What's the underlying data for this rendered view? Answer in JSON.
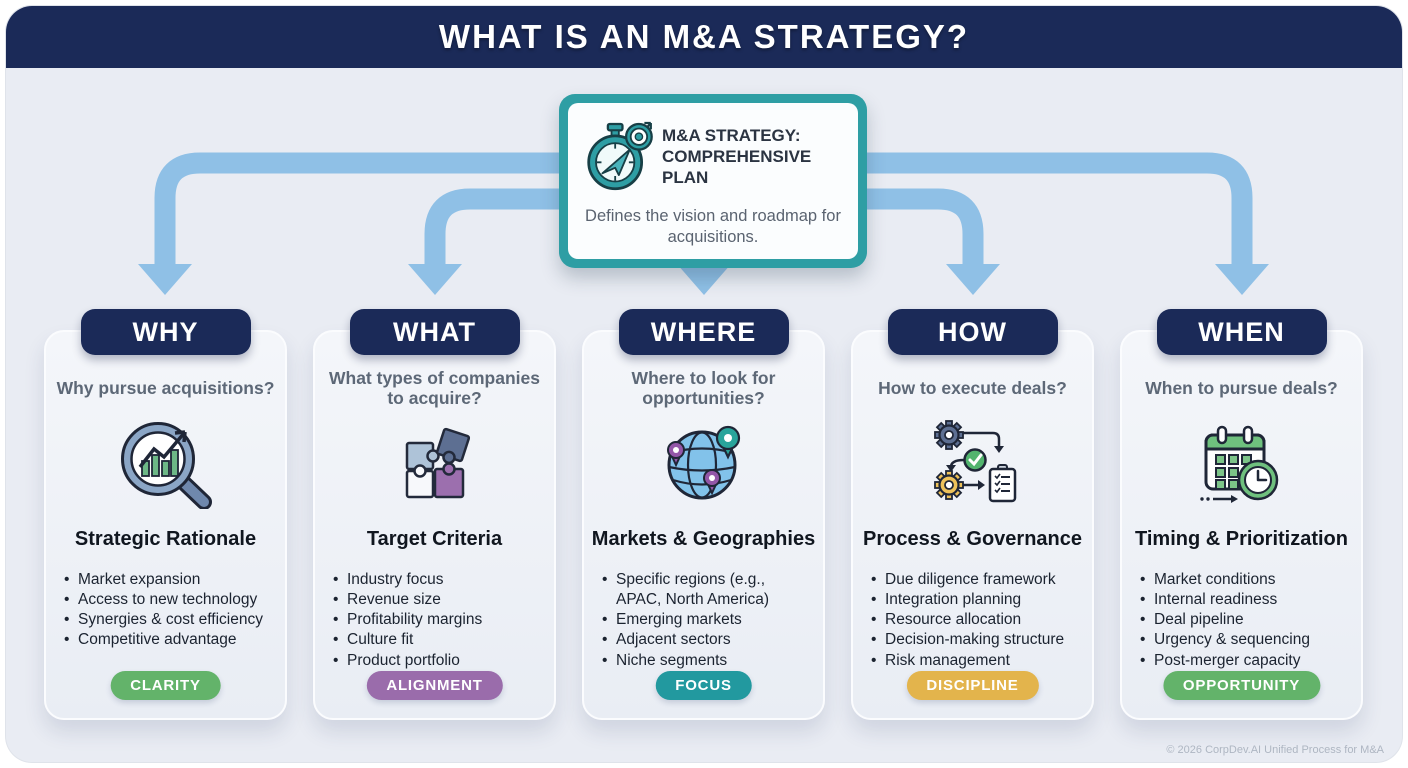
{
  "header": {
    "title": "WHAT IS AN M&A STRATEGY?"
  },
  "central": {
    "icon": "compass-stopwatch-icon",
    "title": "M&A STRATEGY: COMPREHENSIVE PLAN",
    "description": "Defines the vision and roadmap for acquisitions."
  },
  "columns": [
    {
      "header": "WHY",
      "question": "Why pursue acquisitions?",
      "icon": "magnifier-chart-icon",
      "subtitle": "Strategic Rationale",
      "bullets": [
        "Market expansion",
        "Access to new technology",
        "Synergies & cost efficiency",
        "Competitive advantage"
      ],
      "badge": "CLARITY",
      "badge_color": "#63b36a"
    },
    {
      "header": "WHAT",
      "question": "What types of companies to acquire?",
      "icon": "puzzle-pieces-icon",
      "subtitle": "Target Criteria",
      "bullets": [
        "Industry focus",
        "Revenue size",
        "Profitability margins",
        "Culture fit",
        "Product portfolio"
      ],
      "badge": "ALIGNMENT",
      "badge_color": "#9a6cab"
    },
    {
      "header": "WHERE",
      "question": "Where to look for opportunities?",
      "icon": "globe-pins-icon",
      "subtitle": "Markets & Geographies",
      "bullets": [
        "Specific regions (e.g., APAC, North America)",
        "Emerging markets",
        "Adjacent sectors",
        "Niche segments"
      ],
      "badge": "FOCUS",
      "badge_color": "#22999f"
    },
    {
      "header": "HOW",
      "question": "How to execute deals?",
      "icon": "process-flow-icon",
      "subtitle": "Process & Governance",
      "bullets": [
        "Due diligence framework",
        "Integration planning",
        "Resource allocation",
        "Decision-making structure",
        "Risk management"
      ],
      "badge": "DISCIPLINE",
      "badge_color": "#e3b44c"
    },
    {
      "header": "WHEN",
      "question": "When to pursue deals?",
      "icon": "calendar-clock-icon",
      "subtitle": "Timing & Prioritization",
      "bullets": [
        "Market conditions",
        "Internal readiness",
        "Deal pipeline",
        "Urgency & sequencing",
        "Post-merger capacity"
      ],
      "badge": "OPPORTUNITY",
      "badge_color": "#63b36a"
    }
  ],
  "footer": {
    "copyright": "© 2026 CorpDev.AI Unified Process for M&A"
  },
  "colors": {
    "navy": "#1b2a58",
    "arrow_blue": "#8fc0e6",
    "teal_border": "#2e9ea4",
    "board_background": "#e9ecf3",
    "badge_green": "#63b36a",
    "badge_purple": "#9a6cab",
    "badge_teal": "#22999f",
    "badge_gold": "#e3b44c"
  }
}
